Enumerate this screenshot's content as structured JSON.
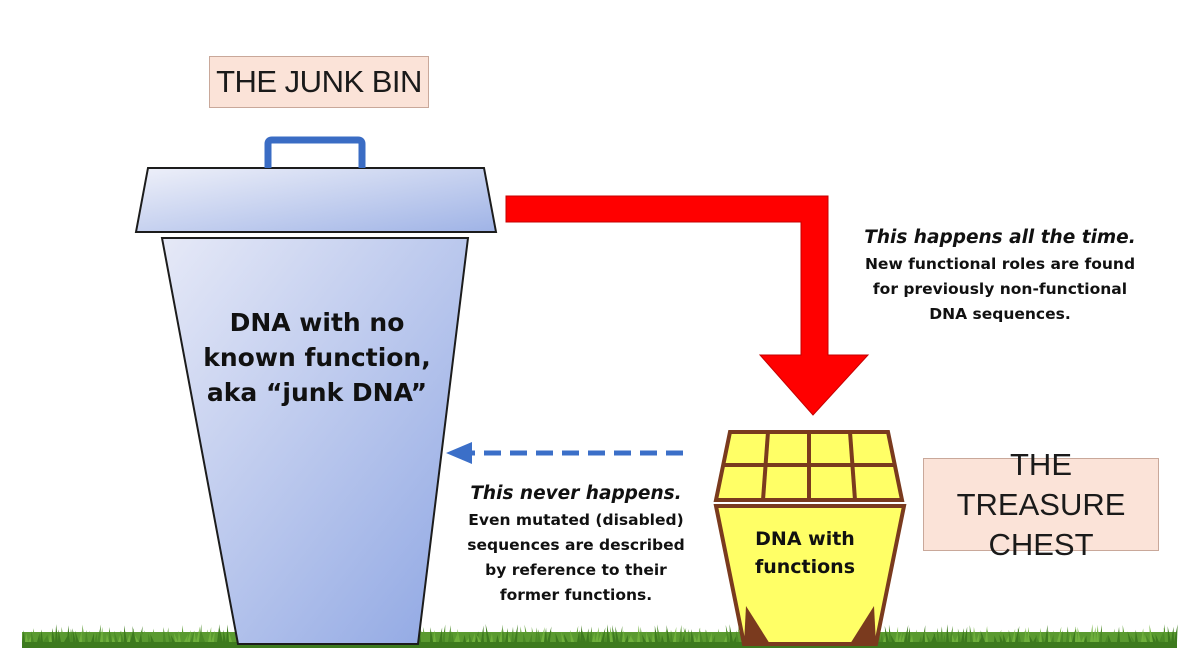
{
  "junk_bin": {
    "title": "THE JUNK BIN",
    "text_lines": [
      "DNA with no",
      "known function,",
      "aka “junk DNA”"
    ]
  },
  "treasure_chest": {
    "title_lines": [
      "THE TREASURE",
      "CHEST"
    ],
    "text_lines": [
      "DNA with",
      "functions"
    ]
  },
  "arrow_to_chest": {
    "lead": "This happens all the time.",
    "lines": [
      "New functional roles are found",
      "for previously non-functional",
      "DNA sequences."
    ]
  },
  "arrow_to_bin": {
    "lead": "This never happens.",
    "lines": [
      "Even mutated (disabled)",
      "sequences are described",
      "by reference to their",
      "former functions."
    ]
  },
  "colors": {
    "bin_fill_light": "#e6e9f7",
    "bin_fill_dark": "#8ea6e3",
    "bin_outline": "#1c1c1c",
    "handle": "#3a6cc4",
    "solid_arrow": "#ff0000",
    "dashed_arrow": "#3b6fc8",
    "chest_fill": "#ffff66",
    "chest_outline": "#7a3a1e",
    "grass": "#4a8a26"
  }
}
